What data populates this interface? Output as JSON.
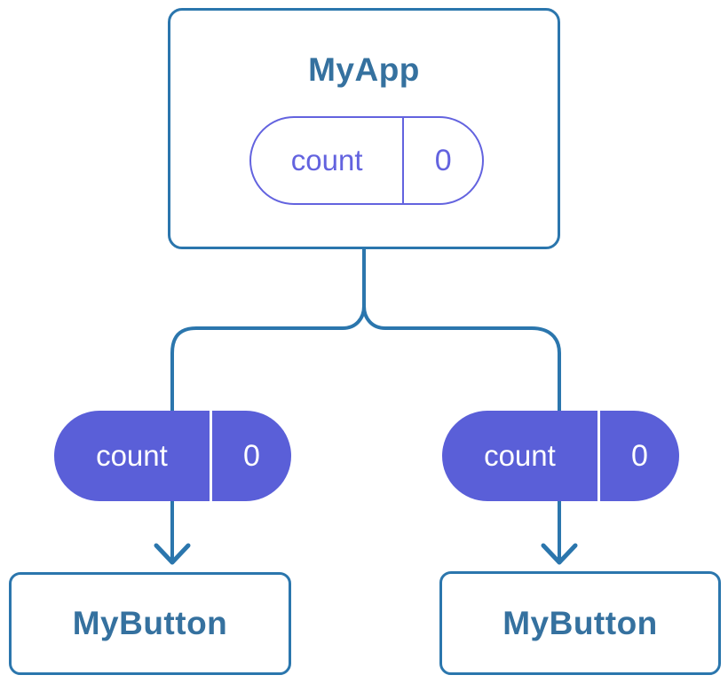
{
  "colors": {
    "blue_stroke": "#2B76AD",
    "blue_text": "#35719F",
    "indigo_fill": "#5A5FD8",
    "indigo_line": "#6363DF",
    "pill_text_on_indigo": "#FFFFFF",
    "card_background": "#FFFFFF"
  },
  "diagram": {
    "root": {
      "title": "MyApp",
      "state": {
        "label": "count",
        "value": "0"
      }
    },
    "children": [
      {
        "title": "MyButton",
        "prop": {
          "label": "count",
          "value": "0"
        }
      },
      {
        "title": "MyButton",
        "prop": {
          "label": "count",
          "value": "0"
        }
      }
    ]
  }
}
